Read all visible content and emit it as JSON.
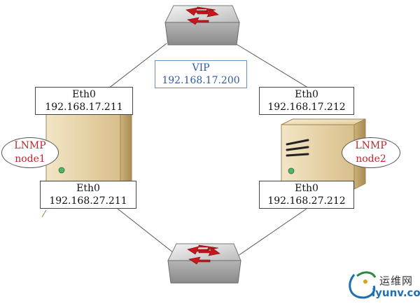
{
  "switches": {
    "top": {
      "kind": "network-switch"
    },
    "bottom": {
      "kind": "network-switch"
    }
  },
  "vip": {
    "label": "VIP",
    "ip": "192.168.17.200"
  },
  "node1": {
    "bubble": {
      "line1": "LNMP",
      "line2": "node1"
    },
    "upper_nic": {
      "name": "Eth0",
      "ip": "192.168.17.211"
    },
    "lower_nic": {
      "name": "Eth0",
      "ip": "192.168.27.211"
    }
  },
  "node2": {
    "bubble": {
      "line1": "LNMP",
      "line2": "node2"
    },
    "upper_nic": {
      "name": "Eth0",
      "ip": "192.168.17.212"
    },
    "lower_nic": {
      "name": "Eth0",
      "ip": "192.168.27.212"
    }
  },
  "watermark": {
    "cn": "运维网",
    "url": "iyunv.com"
  },
  "colors": {
    "switch_body": "#d9d9d9",
    "arrow_red": "#c8161d",
    "server_body": "#e8d4a8",
    "bubble_text": "#c0262d",
    "vip_text": "#2f5a9a"
  }
}
